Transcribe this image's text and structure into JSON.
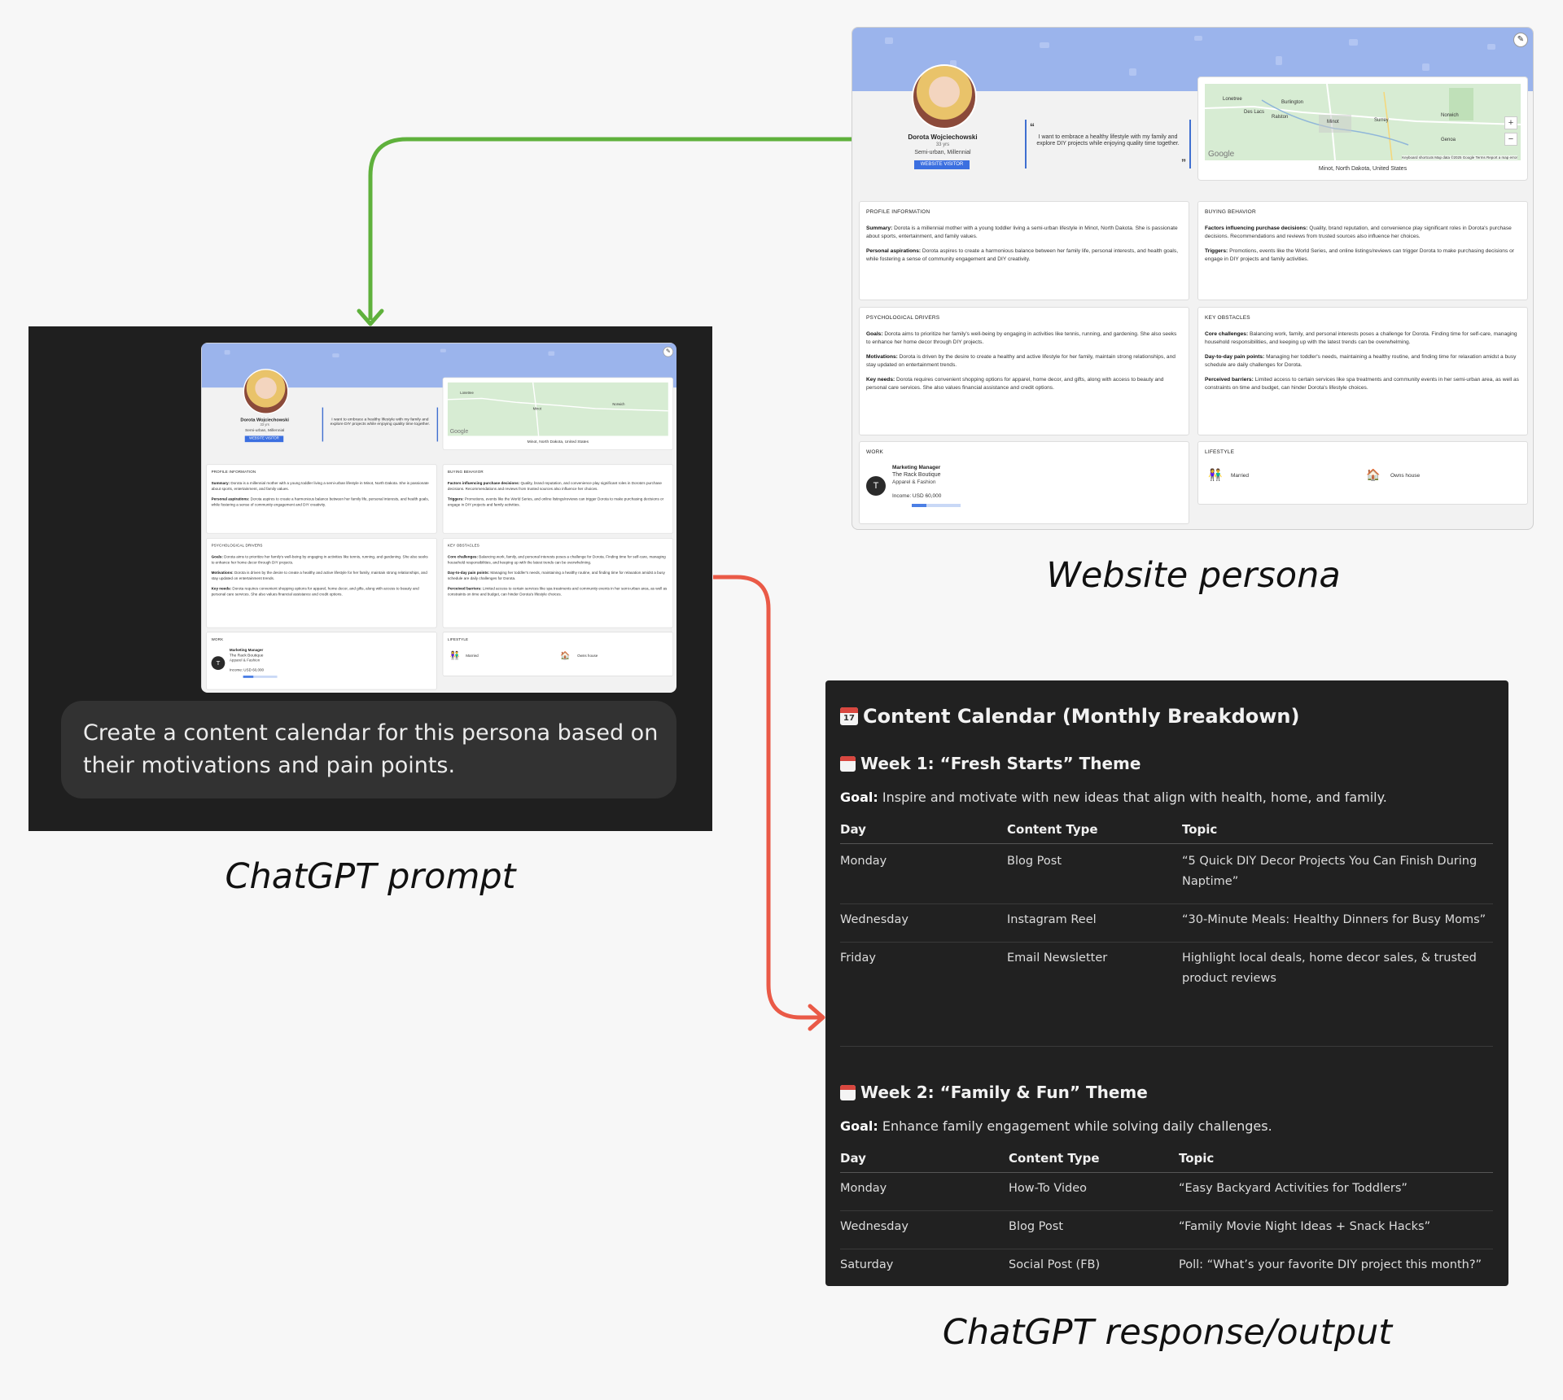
{
  "captions": {
    "website": "Website persona",
    "prompt": "ChatGPT prompt",
    "response": "ChatGPT response/output"
  },
  "colors": {
    "green_connector": "#5fb13c",
    "red_connector": "#ea5a47",
    "persona_accent": "#3b6fe0"
  },
  "persona": {
    "name": "Dorota Wojciechowski",
    "age": "33 yrs",
    "location_tag": "Semi-urban, Millennial",
    "badge": "WEBSITE VISITOR",
    "quote": "I want to embrace a healthy lifestyle with my family and explore DIY projects while enjoying quality time together.",
    "map": {
      "towns": [
        "Lonetree",
        "Burlington",
        "Des Lacs",
        "Ralston",
        "Minot",
        "Surrey",
        "Norwich",
        "Genoa"
      ],
      "logo": "Google",
      "zoom_in": "+",
      "zoom_out": "−",
      "attribution": "Keyboard shortcuts   Map data ©2025 Google   Terms   Report a map error",
      "caption": "Minot, North Dakota, United States"
    },
    "profile": {
      "title": "PROFILE INFORMATION",
      "summary_label": "Summary",
      "summary": "Dorota is a millennial mother with a young toddler living a semi-urban lifestyle in Minot, North Dakota. She is passionate about sports, entertainment, and family values.",
      "aspirations_label": "Personal aspirations",
      "aspirations": "Dorota aspires to create a harmonious balance between her family life, personal interests, and health goals, while fostering a sense of community engagement and DIY creativity."
    },
    "buying": {
      "title": "BUYING BEHAVIOR",
      "factors_label": "Factors influencing purchase decisions",
      "factors": "Quality, brand reputation, and convenience play significant roles in Dorota's purchase decisions. Recommendations and reviews from trusted sources also influence her choices.",
      "triggers_label": "Triggers",
      "triggers": "Promotions, events like the World Series, and online listings/reviews can trigger Dorota to make purchasing decisions or engage in DIY projects and family activities."
    },
    "psych": {
      "title": "PSYCHOLOGICAL DRIVERS",
      "goals_label": "Goals",
      "goals": "Dorota aims to prioritize her family's well-being by engaging in activities like tennis, running, and gardening. She also seeks to enhance her home decor through DIY projects.",
      "motivations_label": "Motivations",
      "motivations": "Dorota is driven by the desire to create a healthy and active lifestyle for her family, maintain strong relationships, and stay updated on entertainment trends.",
      "needs_label": "Key needs",
      "needs": "Dorota requires convenient shopping options for apparel, home decor, and gifts, along with access to beauty and personal care services. She also values financial assistance and credit options."
    },
    "obstacles": {
      "title": "KEY OBSTACLES",
      "core_label": "Core challenges",
      "core": "Balancing work, family, and personal interests poses a challenge for Dorota. Finding time for self-care, managing household responsibilities, and keeping up with the latest trends can be overwhelming.",
      "daily_label": "Day-to-day pain points",
      "daily": "Managing her toddler's needs, maintaining a healthy routine, and finding time for relaxation amidst a busy schedule are daily challenges for Dorota.",
      "barriers_label": "Perceived barriers",
      "barriers": "Limited access to certain services like spa treatments and community events in her semi-urban area, as well as constraints on time and budget, can hinder Dorota's lifestyle choices."
    },
    "work": {
      "title": "WORK",
      "avatar_letter": "T",
      "role": "Marketing Manager",
      "company": "The Rack Boutique",
      "industry": "Apparel & Fashion",
      "income": "Income: USD 60,000",
      "income_level": 0.3
    },
    "lifestyle": {
      "title": "LIFESTYLE",
      "married": "Married",
      "house": "Owns house",
      "married_icon": "couple-icon",
      "house_icon": "house-icon"
    }
  },
  "prompt": {
    "text": "Create a content calendar for this persona based on their motivations and pain points."
  },
  "response": {
    "title": "Content Calendar (Monthly Breakdown)",
    "calendar_emoji_number": "17",
    "headers": [
      "Day",
      "Content Type",
      "Topic"
    ],
    "week1": {
      "title": "Week 1: “Fresh Starts” Theme",
      "goal_label": "Goal:",
      "goal": " Inspire and motivate with new ideas that align with health, home, and family.",
      "rows": [
        [
          "Monday",
          "Blog Post",
          "“5 Quick DIY Decor Projects You Can Finish During Naptime”"
        ],
        [
          "Wednesday",
          "Instagram Reel",
          "“30-Minute Meals: Healthy Dinners for Busy Moms”"
        ],
        [
          "Friday",
          "Email Newsletter",
          "Highlight local deals, home decor sales, & trusted product reviews"
        ]
      ]
    },
    "week2": {
      "title": "Week 2: “Family & Fun” Theme",
      "goal_label": "Goal:",
      "goal": " Enhance family engagement while solving daily challenges.",
      "rows": [
        [
          "Monday",
          "How-To Video",
          "“Easy Backyard Activities for Toddlers”"
        ],
        [
          "Wednesday",
          "Blog Post",
          "“Family Movie Night Ideas + Snack Hacks”"
        ],
        [
          "Saturday",
          "Social Post (FB)",
          "Poll: “What’s your favorite DIY project this month?”"
        ]
      ]
    }
  }
}
